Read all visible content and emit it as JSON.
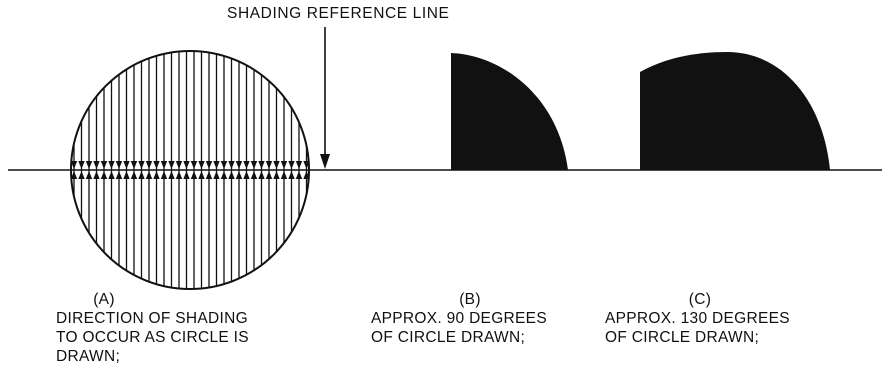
{
  "reference_label": "SHADING REFERENCE LINE",
  "captions": {
    "a": {
      "letter": "(A)",
      "lines": [
        "DIRECTION OF SHADING",
        "TO OCCUR AS CIRCLE IS",
        "DRAWN;"
      ]
    },
    "b": {
      "letter": "(B)",
      "lines": [
        "APPROX. 90 DEGREES",
        "OF CIRCLE DRAWN;"
      ]
    },
    "c": {
      "letter": "(C)",
      "lines": [
        "APPROX. 130 DEGREES",
        "OF CIRCLE DRAWN;"
      ]
    }
  },
  "colors": {
    "ink": "#111111",
    "background": "#ffffff"
  }
}
